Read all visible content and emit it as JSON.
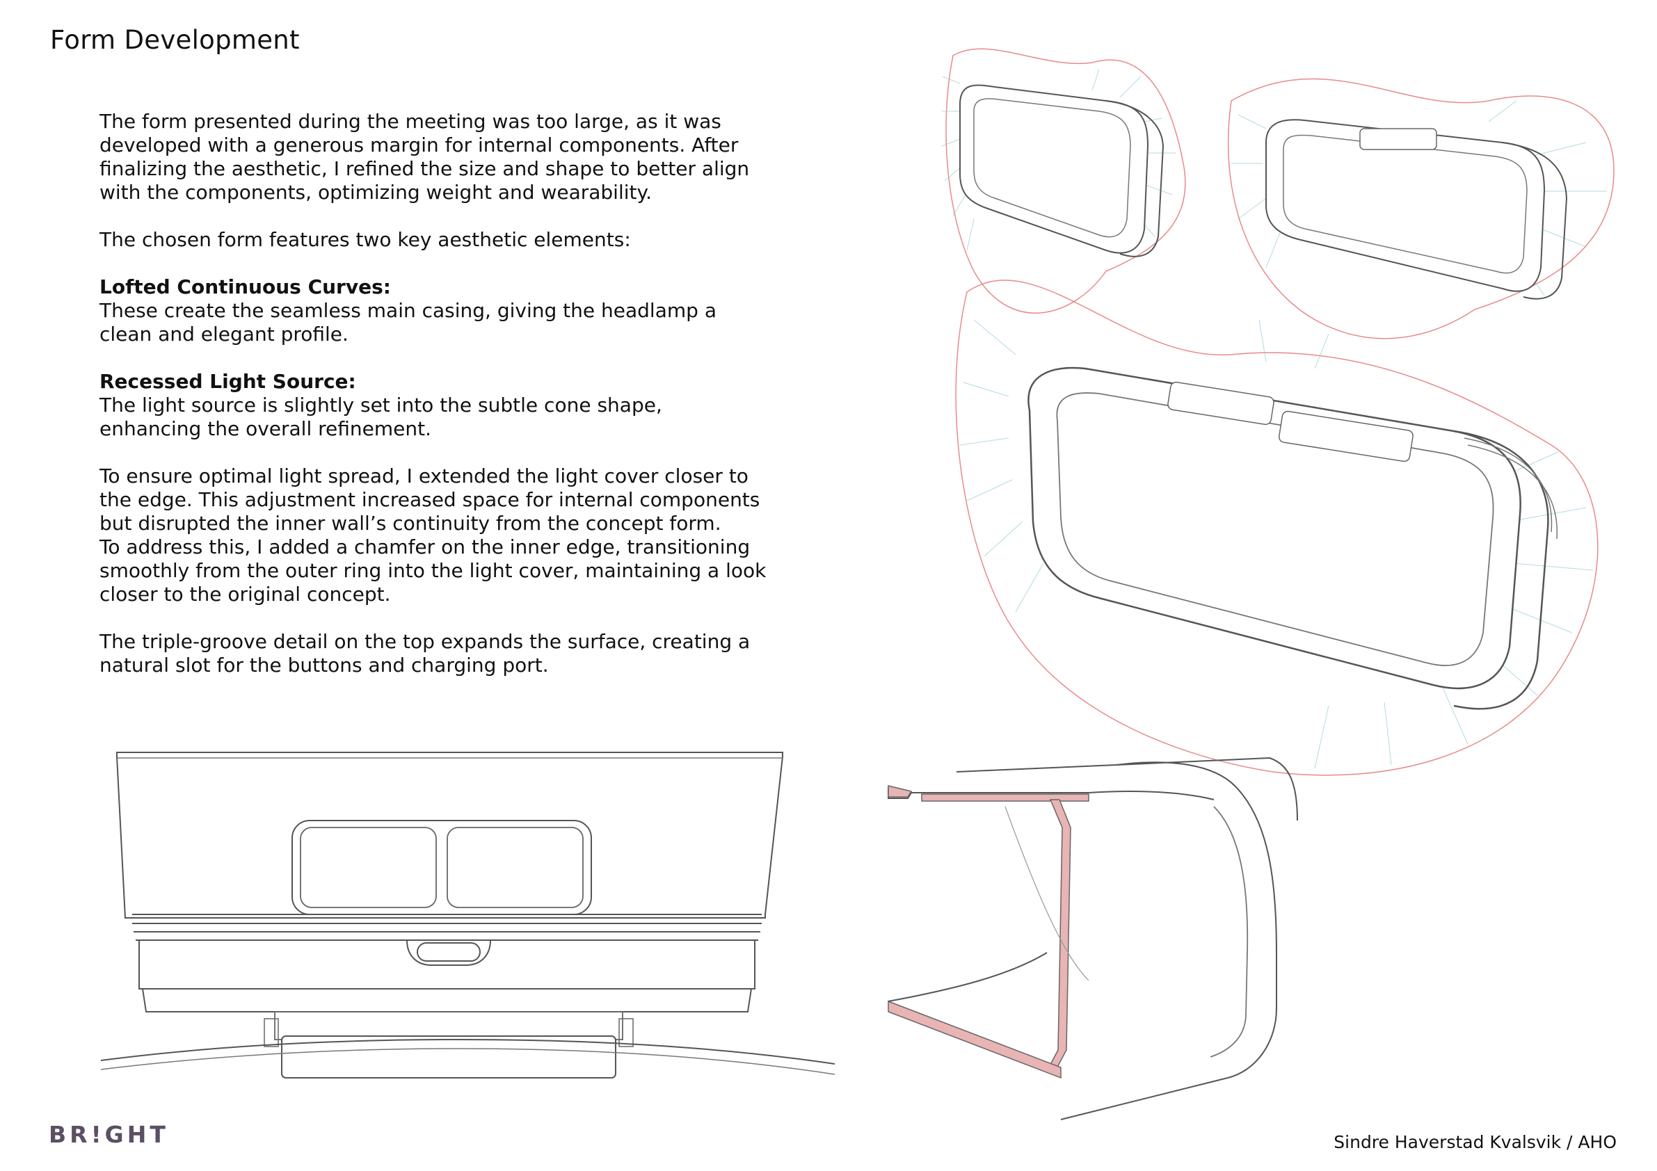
{
  "page": {
    "title": "Form Development",
    "paragraph_1": "The form presented during the meeting was too large, as it was developed with a generous margin for internal components. After finalizing the aesthetic, I refined the size and shape to better align with the components, optimizing weight and wearability.",
    "paragraph_2": "The chosen form features two key aesthetic elements:",
    "section_1": {
      "heading": "Lofted Continuous Curves:",
      "body": "These create the seamless main casing, giving the headlamp a clean and elegant profile."
    },
    "section_2": {
      "heading": "Recessed Light Source:",
      "body": "The light source is slightly set into the subtle cone shape, enhancing the overall refinement."
    },
    "paragraph_3a": "To ensure optimal light spread, I extended the light cover closer to the edge. This adjustment increased space for internal components but disrupted the inner wall’s continuity from the concept form.",
    "paragraph_3b": "To address this, I added a chamfer on the inner edge, transitioning smoothly from the outer ring into the light cover, maintaining a look closer to the original concept.",
    "paragraph_4": "The triple-groove detail on the top expands the surface, creating a natural slot for the buttons and charging port.",
    "brand": "BR!GHT",
    "author": "Sindre Haverstad Kvalsvik / AHO"
  },
  "colors": {
    "outline": "#555555",
    "curvature_red": "#e88a8a",
    "curvature_blue": "#8fcdd6",
    "section_fill": "#e8b4b4",
    "brand": "#5b4f63"
  }
}
